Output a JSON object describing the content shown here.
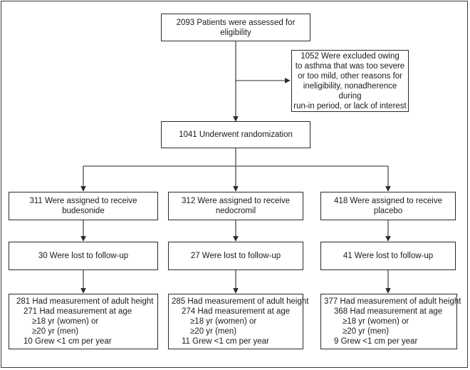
{
  "assessed": "2093 Patients were assessed for eligibility",
  "excluded": "1052 Were excluded owing\nto asthma that was too severe\nor too mild, other reasons for\nineligibility, nonadherence during\nrun-in period, or lack of interest",
  "randomized": "1041 Underwent randomization",
  "arms": [
    {
      "assigned": "311 Were assigned to receive\nbudesonide",
      "lost": "30 Were lost to follow-up",
      "outcome": {
        "height": "281 Had measurement of adult height",
        "age": "271 Had measurement at age",
        "women": "≥18 yr (women) or",
        "men": "≥20 yr (men)",
        "grew": "10 Grew <1 cm per year"
      }
    },
    {
      "assigned": "312 Were assigned to receive\nnedocromil",
      "lost": "27 Were lost to follow-up",
      "outcome": {
        "height": "285 Had measurement of adult height",
        "age": "274 Had measurement at age",
        "women": "≥18 yr (women) or",
        "men": "≥20 yr (men)",
        "grew": "11 Grew <1 cm per year"
      }
    },
    {
      "assigned": "418 Were assigned to receive\nplacebo",
      "lost": "41 Were lost to follow-up",
      "outcome": {
        "height": "377 Had measurement of adult height",
        "age": "368 Had measurement at age",
        "women": "≥18 yr (women) or",
        "men": "≥20 yr (men)",
        "grew": "9 Grew <1 cm per year"
      }
    }
  ]
}
